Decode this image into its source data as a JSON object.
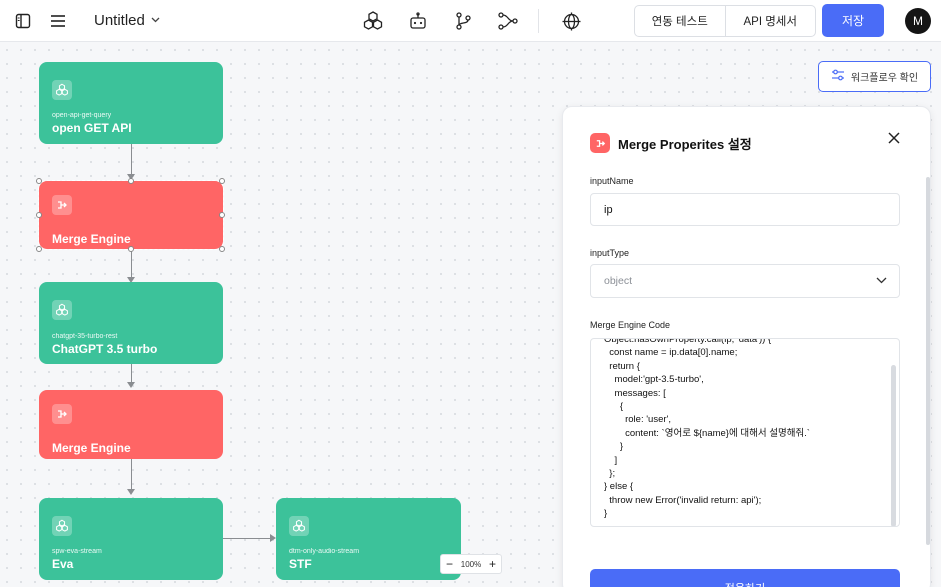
{
  "topbar": {
    "title": "Untitled",
    "test_label": "연동 테스트",
    "api_spec_label": "API 명세서",
    "save_label": "저장",
    "avatar_initial": "M"
  },
  "canvas": {
    "workflow_check_label": "워크플로우 확인",
    "zoom_level": "100%",
    "zoom_out": "−",
    "zoom_in": "+"
  },
  "nodes": [
    {
      "type": "api",
      "color": "#3cc29a",
      "sub": "open-api-get-query",
      "name": "open GET API"
    },
    {
      "type": "merge",
      "color": "#ff6565",
      "sub": "",
      "name": "Merge Engine",
      "selected": true
    },
    {
      "type": "llm",
      "color": "#3cc29a",
      "sub": "chatgpt-35-turbo-rest",
      "name": "ChatGPT 3.5 turbo"
    },
    {
      "type": "merge",
      "color": "#ff6565",
      "sub": "",
      "name": "Merge Engine"
    },
    {
      "type": "stream",
      "color": "#3cc29a",
      "sub": "spw-eva-stream",
      "name": "Eva"
    },
    {
      "type": "stream",
      "color": "#3cc29a",
      "sub": "dtm-only-audio-stream",
      "name": "STF"
    }
  ],
  "panel": {
    "title": "Merge Properites 설정",
    "input_name_label": "inputName",
    "input_name_value": "ip",
    "input_type_label": "inputType",
    "input_type_placeholder": "object",
    "code_label": "Merge Engine Code",
    "code": "Object.hasOwnProperty.call(ip, 'data')) {\n  const name = ip.data[0].name;\n  return {\n    model:'gpt-3.5-turbo',\n    messages: [\n      {\n        role: 'user',\n        content: `영어로 ${name}에 대해서 설명해줘.`\n      }\n    ]\n  };\n} else {\n  throw new Error('invalid return: api');\n}",
    "apply_label": "적용하기"
  },
  "icons": [
    "sidebar-toggle-icon",
    "menu-icon",
    "chevron-down-icon",
    "cubes-icon",
    "robot-icon",
    "branch-icon",
    "flow-icon",
    "globe-icon",
    "sliders-icon",
    "close-icon"
  ]
}
